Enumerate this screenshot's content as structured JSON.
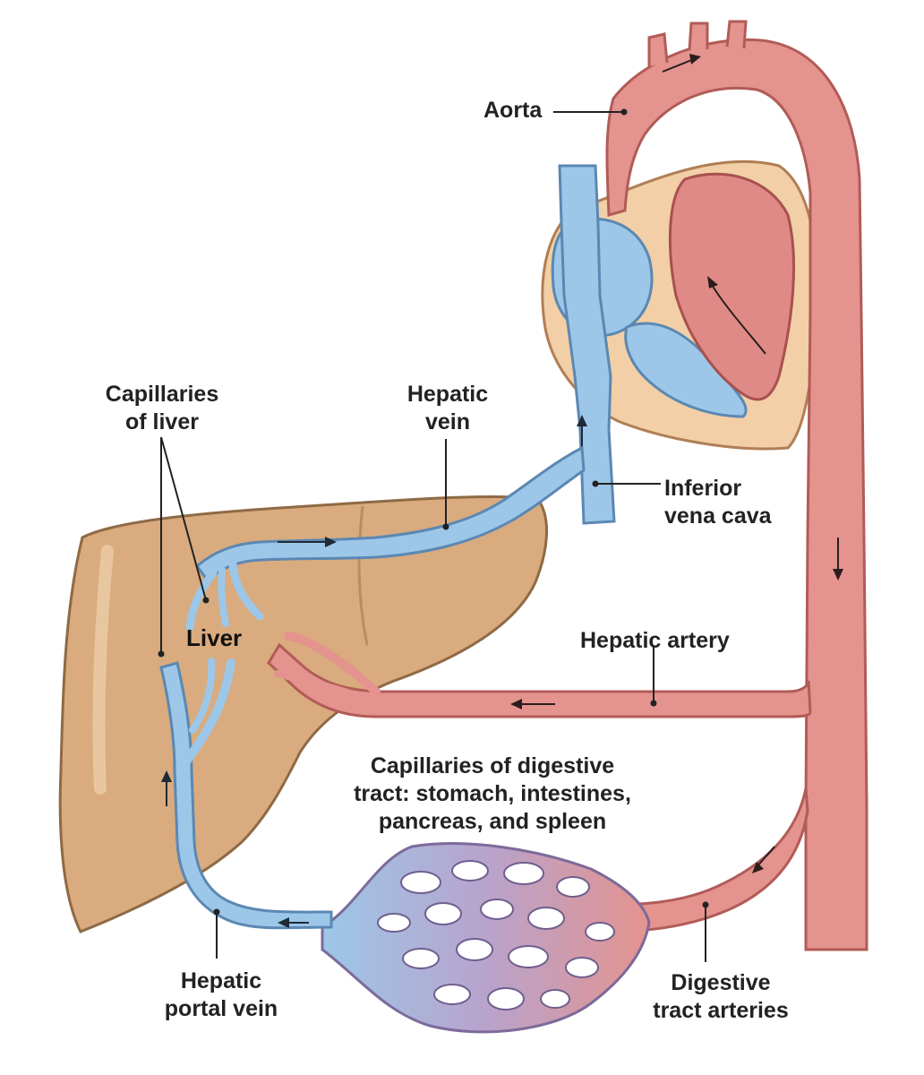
{
  "labels": {
    "aorta": "Aorta",
    "capillaries_of_liver": [
      "Capillaries",
      "of liver"
    ],
    "hepatic_vein": [
      "Hepatic",
      "vein"
    ],
    "inferior_vena_cava": [
      "Inferior",
      "vena cava"
    ],
    "liver": "Liver",
    "hepatic_artery": "Hepatic artery",
    "capillaries_of_digestive_tract": [
      "Capillaries of digestive",
      "tract: stomach, intestines,",
      "pancreas, and spleen"
    ],
    "hepatic_portal_vein": [
      "Hepatic",
      "portal vein"
    ],
    "digestive_tract_arteries": [
      "Digestive",
      "tract arteries"
    ]
  },
  "colors": {
    "artery": "#e4938e",
    "artery_outline": "#b25b57",
    "vein": "#9cc7e8",
    "vein_outline": "#5b88b3",
    "liver": "#d9ab7e",
    "liver_outline": "#8e6a45",
    "heart_wall": "#f2cfa6",
    "capillary_mix": "#b8a3cc"
  }
}
